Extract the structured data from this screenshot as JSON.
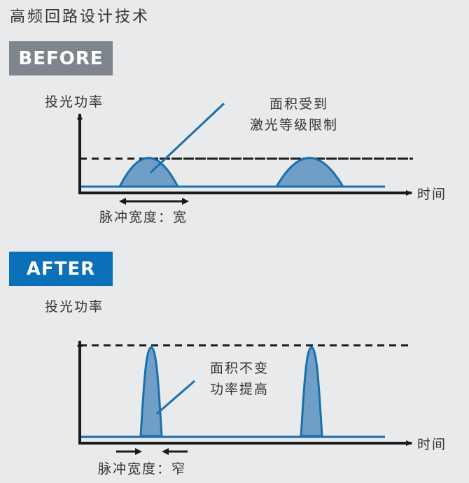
{
  "title": "高频回路设计技术",
  "colors": {
    "background": "#e8eaec",
    "before_badge": "#7f858c",
    "after_badge": "#0a70b8",
    "pulse_stroke": "#1a6fad",
    "pulse_fill": "#6f9fc6",
    "axis": "#1a1a1a"
  },
  "before": {
    "badge": "BEFORE",
    "y_axis_label": "投光功率",
    "x_axis_label": "时间",
    "annotation_line1": "面积受到",
    "annotation_line2": "激光等级限制",
    "pulse_width_label": "脉冲宽度：宽"
  },
  "after": {
    "badge": "AFTER",
    "y_axis_label": "投光功率",
    "x_axis_label": "时间",
    "annotation_line1": "面积不变",
    "annotation_line2": "功率提高",
    "pulse_width_label": "脉冲宽度：窄"
  }
}
